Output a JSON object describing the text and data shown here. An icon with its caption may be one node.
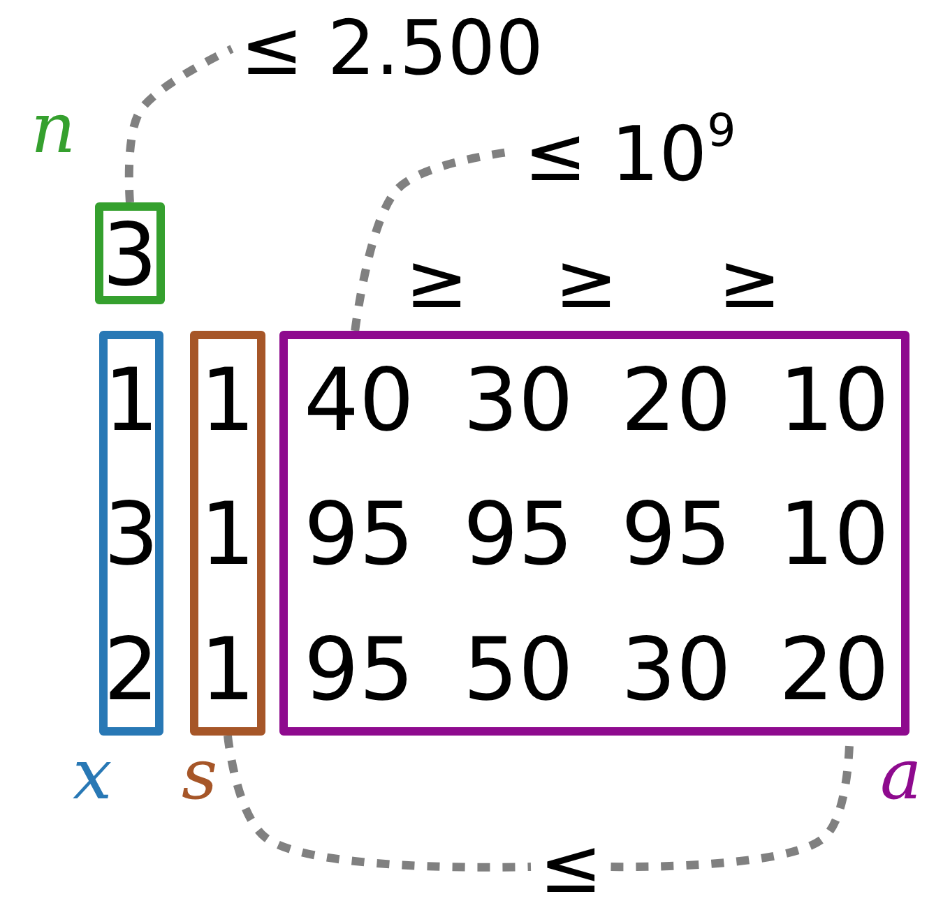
{
  "diagram": {
    "nodes": [
      {
        "text": [
          "3"
        ],
        "beside": [
          "n"
        ]
      },
      {
        "text": [
          "1",
          "3",
          "2"
        ],
        "beside": [
          "x"
        ]
      },
      {
        "text": [
          "1",
          "1",
          "1"
        ],
        "beside": [
          "s"
        ]
      },
      {
        "text": [
          "40",
          "30",
          "20",
          "10",
          "95",
          "95",
          "95",
          "10",
          "95",
          "50",
          "30",
          "20"
        ],
        "beside": [
          "a"
        ]
      },
      {
        "text": [
          "≤ 2.500"
        ]
      },
      {
        "text": [
          "≤ 10$^{9}$"
        ]
      },
      {
        "text": [
          "≤"
        ]
      }
    ],
    "edges": [
      {
        "from": 0,
        "to": 4,
        "arrow": "none",
        "style": "dashed"
      },
      {
        "from": 3,
        "to": 5,
        "arrow": "none",
        "style": "dashed"
      },
      {
        "from": 2,
        "to": 6,
        "arrow": "none",
        "style": "dashed"
      },
      {
        "from": 6,
        "to": 3,
        "arrow": "none",
        "style": "dashed"
      }
    ],
    "labels": [
      "≥",
      "≥",
      "≥"
    ]
  }
}
